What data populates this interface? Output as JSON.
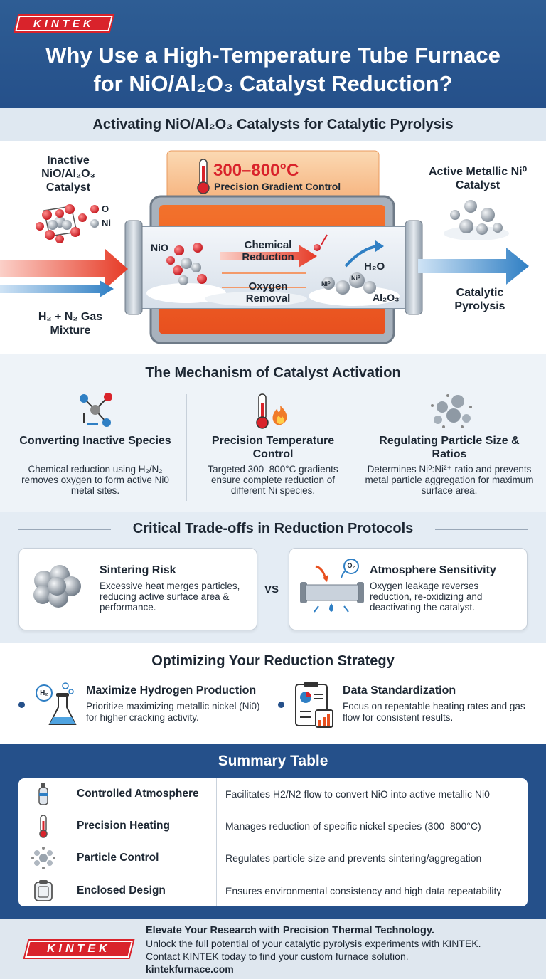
{
  "brand": "KINTEK",
  "title": {
    "line1": "Why Use a High-Temperature Tube Furnace",
    "line2": "for NiO/Al₂O₃ Catalyst Reduction?"
  },
  "activation": {
    "heading": "Activating NiO/Al₂O₃ Catalysts for Catalytic Pyrolysis",
    "input_label": "Inactive NiO/Al₂O₃ Catalyst",
    "legend_o": "O",
    "legend_ni": "Ni",
    "gas_label": "H₂ + N₂ Gas Mixture",
    "temp_range": "300–800°C",
    "temp_caption": "Precision Gradient Control",
    "tube_nio": "NiO",
    "step1": "Chemical Reduction",
    "step2": "Oxygen Removal",
    "h2o": "H₂O",
    "ni0_a": "Ni⁰",
    "ni0_b": "Ni⁰",
    "al2o3": "Al₂O₃",
    "output_label": "Active Metallic Ni⁰ Catalyst",
    "result_label": "Catalytic Pyrolysis"
  },
  "mechanism": {
    "heading": "The Mechanism of Catalyst Activation",
    "items": [
      {
        "title": "Converting Inactive Species",
        "text": "Chemical reduction using H₂/N₂ removes oxygen to form active Ni0 metal sites.",
        "icon": "molecule-icon"
      },
      {
        "title": "Precision Temperature Control",
        "text": "Targeted 300–800°C gradients ensure complete reduction of different Ni species.",
        "icon": "thermometer-flame-icon"
      },
      {
        "title": "Regulating Particle Size & Ratios",
        "text": "Determines Ni⁰:Ni²⁺ ratio and prevents metal particle aggregation for maximum surface area.",
        "icon": "particles-icon"
      }
    ]
  },
  "tradeoffs": {
    "heading": "Critical Trade-offs in Reduction Protocols",
    "vs": "VS",
    "left": {
      "title": "Sintering Risk",
      "text": "Excessive heat merges particles, reducing active surface area & performance."
    },
    "right": {
      "title": "Atmosphere Sensitivity",
      "text": "Oxygen leakage reverses reduction, re-oxidizing and deactivating the catalyst.",
      "badge": "O₂"
    }
  },
  "strategy": {
    "heading": "Optimizing Your Reduction Strategy",
    "left": {
      "title": "Maximize Hydrogen Production",
      "text": "Prioritize maximizing metallic nickel (Ni0) for higher cracking activity.",
      "badge": "H₂"
    },
    "right": {
      "title": "Data Standardization",
      "text": "Focus on repeatable heating rates and gas flow for consistent results."
    }
  },
  "summary": {
    "heading": "Summary Table",
    "rows": [
      {
        "feature": "Controlled Atmosphere",
        "desc": "Facilitates H2/N2 flow to convert NiO into active metallic Ni0",
        "icon": "gas-cylinder-icon"
      },
      {
        "feature": "Precision Heating",
        "desc": "Manages reduction of specific nickel species (300–800°C)",
        "icon": "thermometer-icon"
      },
      {
        "feature": "Particle Control",
        "desc": "Regulates particle size and prevents sintering/aggregation",
        "icon": "particles-icon"
      },
      {
        "feature": "Enclosed Design",
        "desc": "Ensures environmental consistency and high data repeatability",
        "icon": "chamber-icon"
      }
    ]
  },
  "footer": {
    "headline": "Elevate Your Research with Precision Thermal Technology.",
    "line2": "Unlock the full potential of your catalytic pyrolysis experiments with KINTEK.",
    "line3": "Contact KINTEK today to find your custom furnace solution.",
    "url": "kintekfurnace.com"
  },
  "colors": {
    "navy": "#25508a",
    "red": "#d9232b",
    "orange": "#f07b2a",
    "blue_arrow": "#2f7fc4"
  }
}
